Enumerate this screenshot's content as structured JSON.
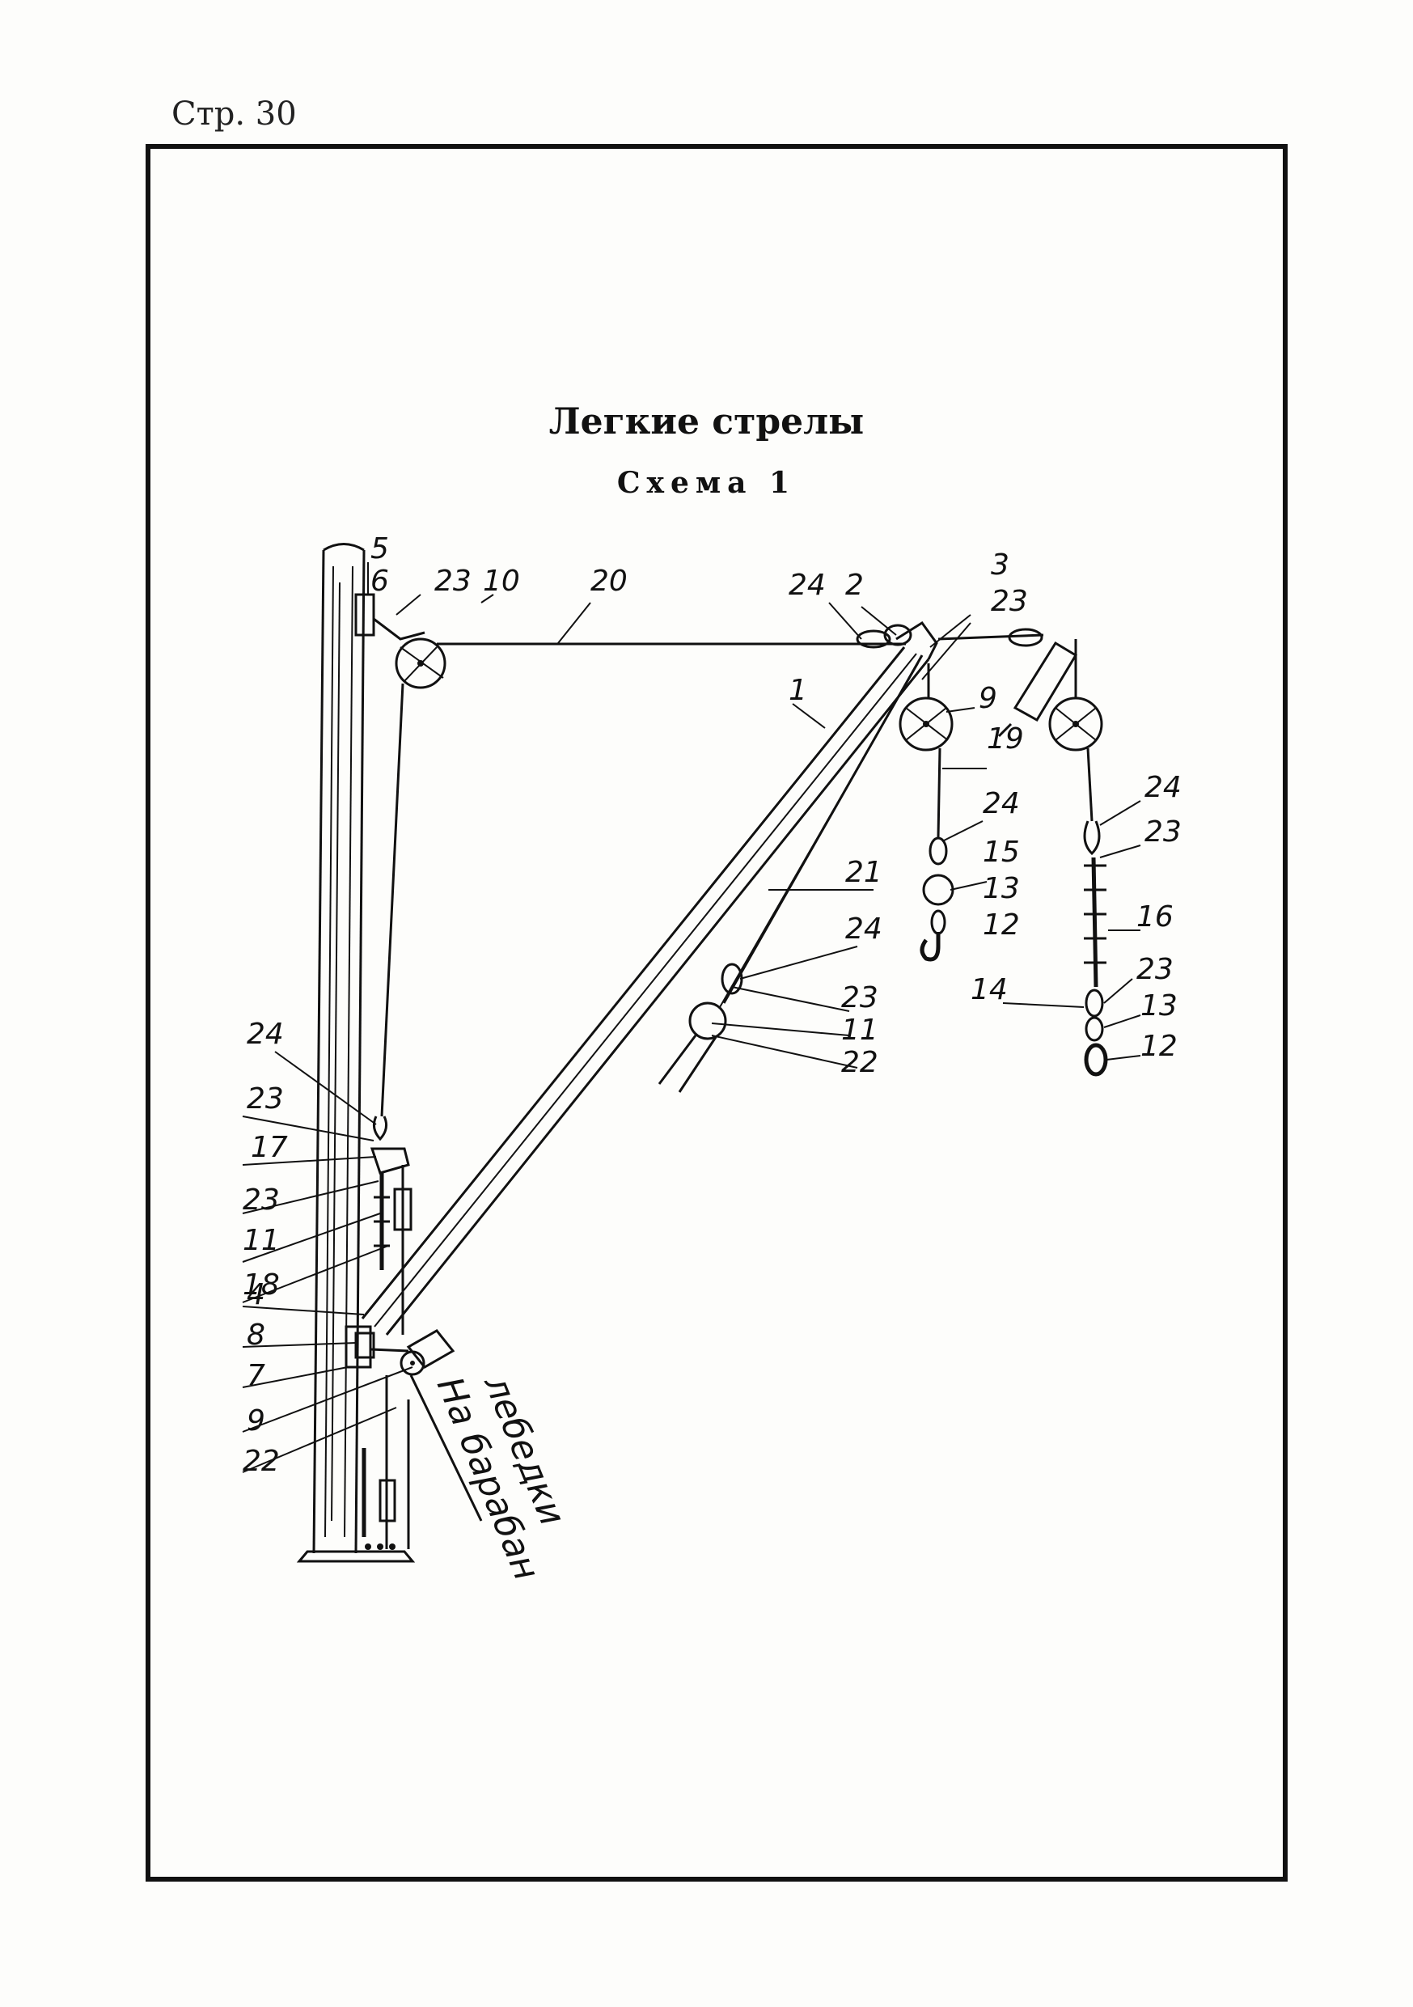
{
  "page_header": "Стр. 30",
  "title": "Легкие стрелы",
  "subtitle": "Схема 1",
  "winch_note_line1": "На барабан",
  "winch_note_line2": "лебедки",
  "labels": {
    "l1": "1",
    "l2": "2",
    "l3": "3",
    "l4": "4",
    "l5": "5",
    "l6": "6",
    "l7": "7",
    "l8": "8",
    "l9a": "9",
    "l9b": "9",
    "l10": "10",
    "l11a": "11",
    "l11b": "11",
    "l12a": "12",
    "l12b": "12",
    "l13a": "13",
    "l13b": "13",
    "l14": "14",
    "l15": "15",
    "l16": "16",
    "l17": "17",
    "l18": "18",
    "l19": "19",
    "l20": "20",
    "l21": "21",
    "l22a": "22",
    "l22b": "22",
    "l23a": "23",
    "l23b": "23",
    "l23c": "23",
    "l23d": "23",
    "l23e": "23",
    "l23f": "23",
    "l23g": "23",
    "l24a": "24",
    "l24b": "24",
    "l24c": "24",
    "l24d": "24",
    "l24e": "24"
  }
}
